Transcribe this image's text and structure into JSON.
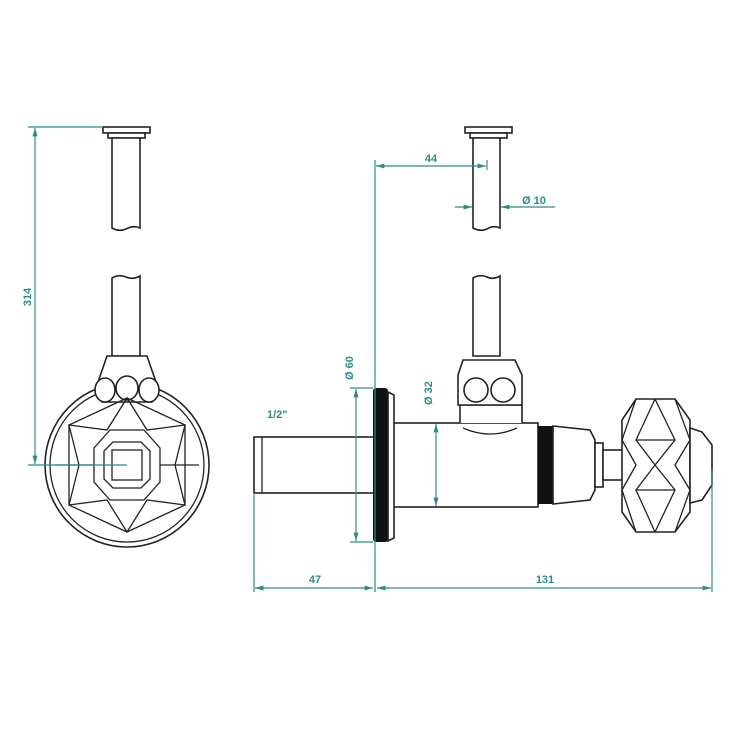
{
  "drawing": {
    "dimensions": {
      "height_total": "314",
      "pipe_offset": "44",
      "pipe_diameter": "Ø 10",
      "flange_diameter": "Ø 60",
      "body_diameter": "Ø 32",
      "thread_size": "1/2\"",
      "thread_length": "47",
      "body_length": "131"
    },
    "colors": {
      "dimension": "#2e8b88",
      "line": "#222222"
    }
  }
}
